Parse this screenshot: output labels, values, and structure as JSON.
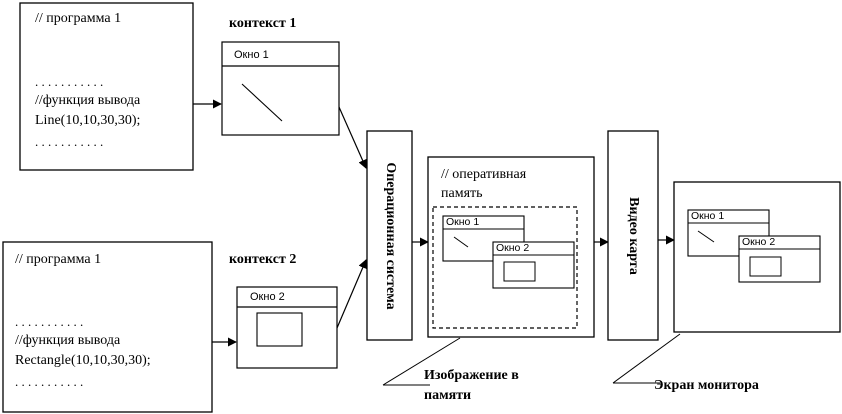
{
  "program1": {
    "lines": [
      "// программа 1",
      ". . . . . . . . . . .",
      "//функция вывода",
      "Line(10,10,30,30);",
      ". . . . . . . . . . ."
    ]
  },
  "program2": {
    "lines": [
      "// программа 1",
      ". . . . . . . . . . .",
      "//функция вывода",
      "Rectangle(10,10,30,30);",
      ". . . . . . . . . . ."
    ]
  },
  "context1": {
    "label": "контекст 1",
    "window_title": "Окно 1"
  },
  "context2": {
    "label": "контекст 2",
    "window_title": "Окно 2"
  },
  "os": {
    "label": "Операционная система"
  },
  "memory": {
    "label_line1": "// оперативная",
    "label_line2": "память",
    "window1_title": "Окно 1",
    "window2_title": "Окно 2"
  },
  "video": {
    "label": "Видео карта"
  },
  "monitor": {
    "window1_title": "Окно 1",
    "window2_title": "Окно 2"
  },
  "captions": {
    "image_line1": "Изображение в",
    "image_line2": "памяти",
    "screen": "Экран монитора"
  }
}
